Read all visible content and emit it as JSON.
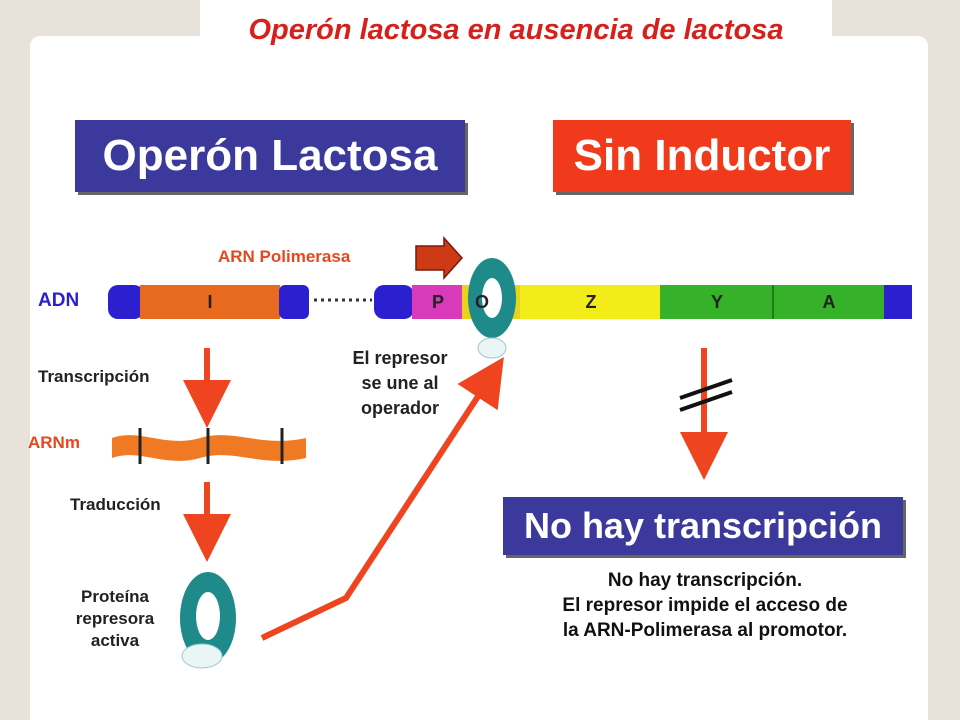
{
  "title": "Operón lactosa en ausencia de lactosa",
  "banners": {
    "operon": "Operón Lactosa",
    "sin_inductor": "Sin Inductor",
    "no_transcripcion": "No hay transcripción"
  },
  "labels": {
    "arn_polimerasa": "ARN Polimerasa",
    "adn": "ADN",
    "transcripcion": "Transcripción",
    "arnm": "ARNm",
    "traduccion": "Traducción",
    "proteina": [
      "Proteína",
      "represora",
      "activa"
    ],
    "represor": [
      "El represor",
      "se une al",
      "operador"
    ]
  },
  "genes": {
    "i": "I",
    "p": "P",
    "o": "O",
    "z": "Z",
    "y": "Y",
    "a": "A"
  },
  "note": [
    "No hay transcripción.",
    "El represor impide el acceso de",
    "la ARN-Polimerasa al promotor."
  ],
  "colors": {
    "title": "#d6201b",
    "banner_blue": "#3b3a9c",
    "banner_red": "#f03a1b",
    "arrow_red": "#ee4420",
    "gene_i": "#e86a1e",
    "gene_p": "#d93ab9",
    "gene_o": "#e8d41c",
    "gene_z": "#f2ec18",
    "gene_y": "#35b12a",
    "dna_end": "#2b1fcf",
    "repressor": "#1f8a8a"
  }
}
